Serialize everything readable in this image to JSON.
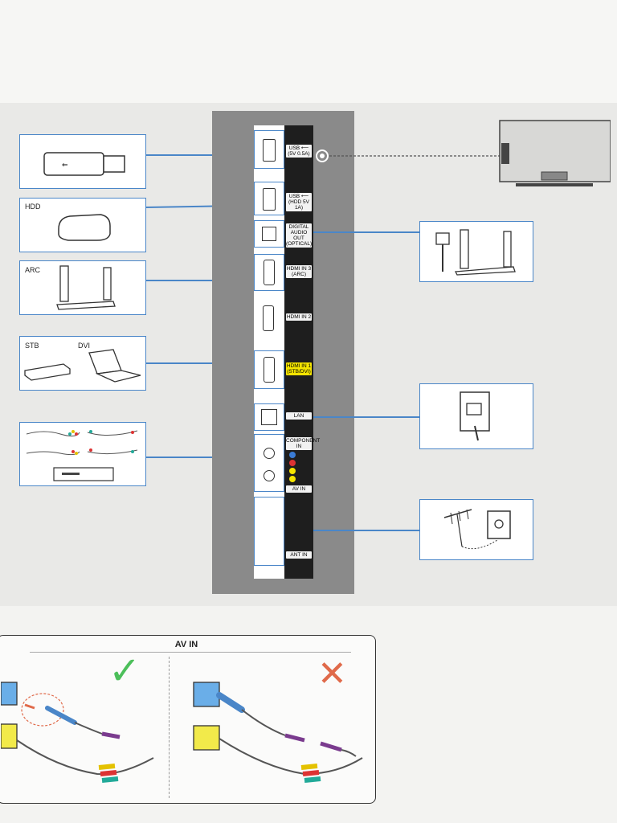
{
  "left_devices": {
    "hdd_label": "HDD",
    "arc_label": "ARC",
    "stb_label": "STB",
    "dvi_label": "DVI"
  },
  "ports": {
    "usb1": "USB ⟵ (5V 0.5A)",
    "usb2": "USB ⟵ (HDD 5V 1A)",
    "optical": "DIGITAL AUDIO OUT (OPTICAL)",
    "hdmi3": "HDMI IN 3 (ARC)",
    "hdmi2": "HDMI IN 2",
    "hdmi1": "HDMI IN 1 (STB/DVI)",
    "lan": "LAN",
    "component_in": "COMPONENT IN",
    "av_in": "AV IN",
    "ant_in": "ANT IN"
  },
  "av_section": {
    "title": "AV IN",
    "correct_mark": "✓",
    "wrong_mark": "✕"
  },
  "colors": {
    "accent_blue": "#4a86c8",
    "check_green": "#4cbf5a",
    "cross_red": "#e06a4a",
    "highlight_yellow": "#f5e500"
  }
}
